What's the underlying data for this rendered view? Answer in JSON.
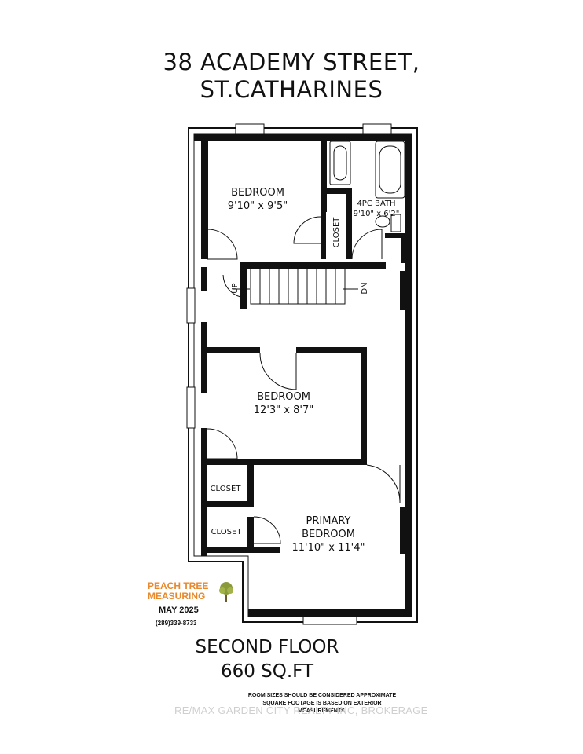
{
  "address": {
    "line1": "38 ACADEMY STREET,",
    "line2": "ST.CATHARINES"
  },
  "rooms": [
    {
      "name": "BEDROOM",
      "size": "9'10\" x 9'5\""
    },
    {
      "name": "4PC BATH",
      "size": "9'10\" x 6'2\""
    },
    {
      "name": "BEDROOM",
      "size": "12'3\" x 8'7\""
    },
    {
      "name_line1": "PRIMARY",
      "name_line2": "BEDROOM",
      "size": "11'10\" x 11'4\""
    }
  ],
  "closets": [
    "CLOSET",
    "CLOSET",
    "CLOSET"
  ],
  "stairs": {
    "up": "UP",
    "down": "DN"
  },
  "floor": {
    "name": "SECOND FLOOR",
    "area": "660 SQ.FT"
  },
  "company": {
    "line1": "PEACH TREE",
    "line2": "MEASURING",
    "date": "MAY 2025",
    "phone": "(289)339-8733"
  },
  "note": {
    "line1": "ROOM SIZES SHOULD BE CONSIDERED APPROXIMATE",
    "line2": "SQUARE FOOTAGE IS BASED ON EXTERIOR",
    "line3": "MEASUREMENTS."
  },
  "watermark": "RE/MAX GARDEN CITY REALTY INC, BROKERAGE",
  "colors": {
    "wall": "#111111",
    "accent": "#e9892b",
    "tree": "#8a9a3a"
  }
}
